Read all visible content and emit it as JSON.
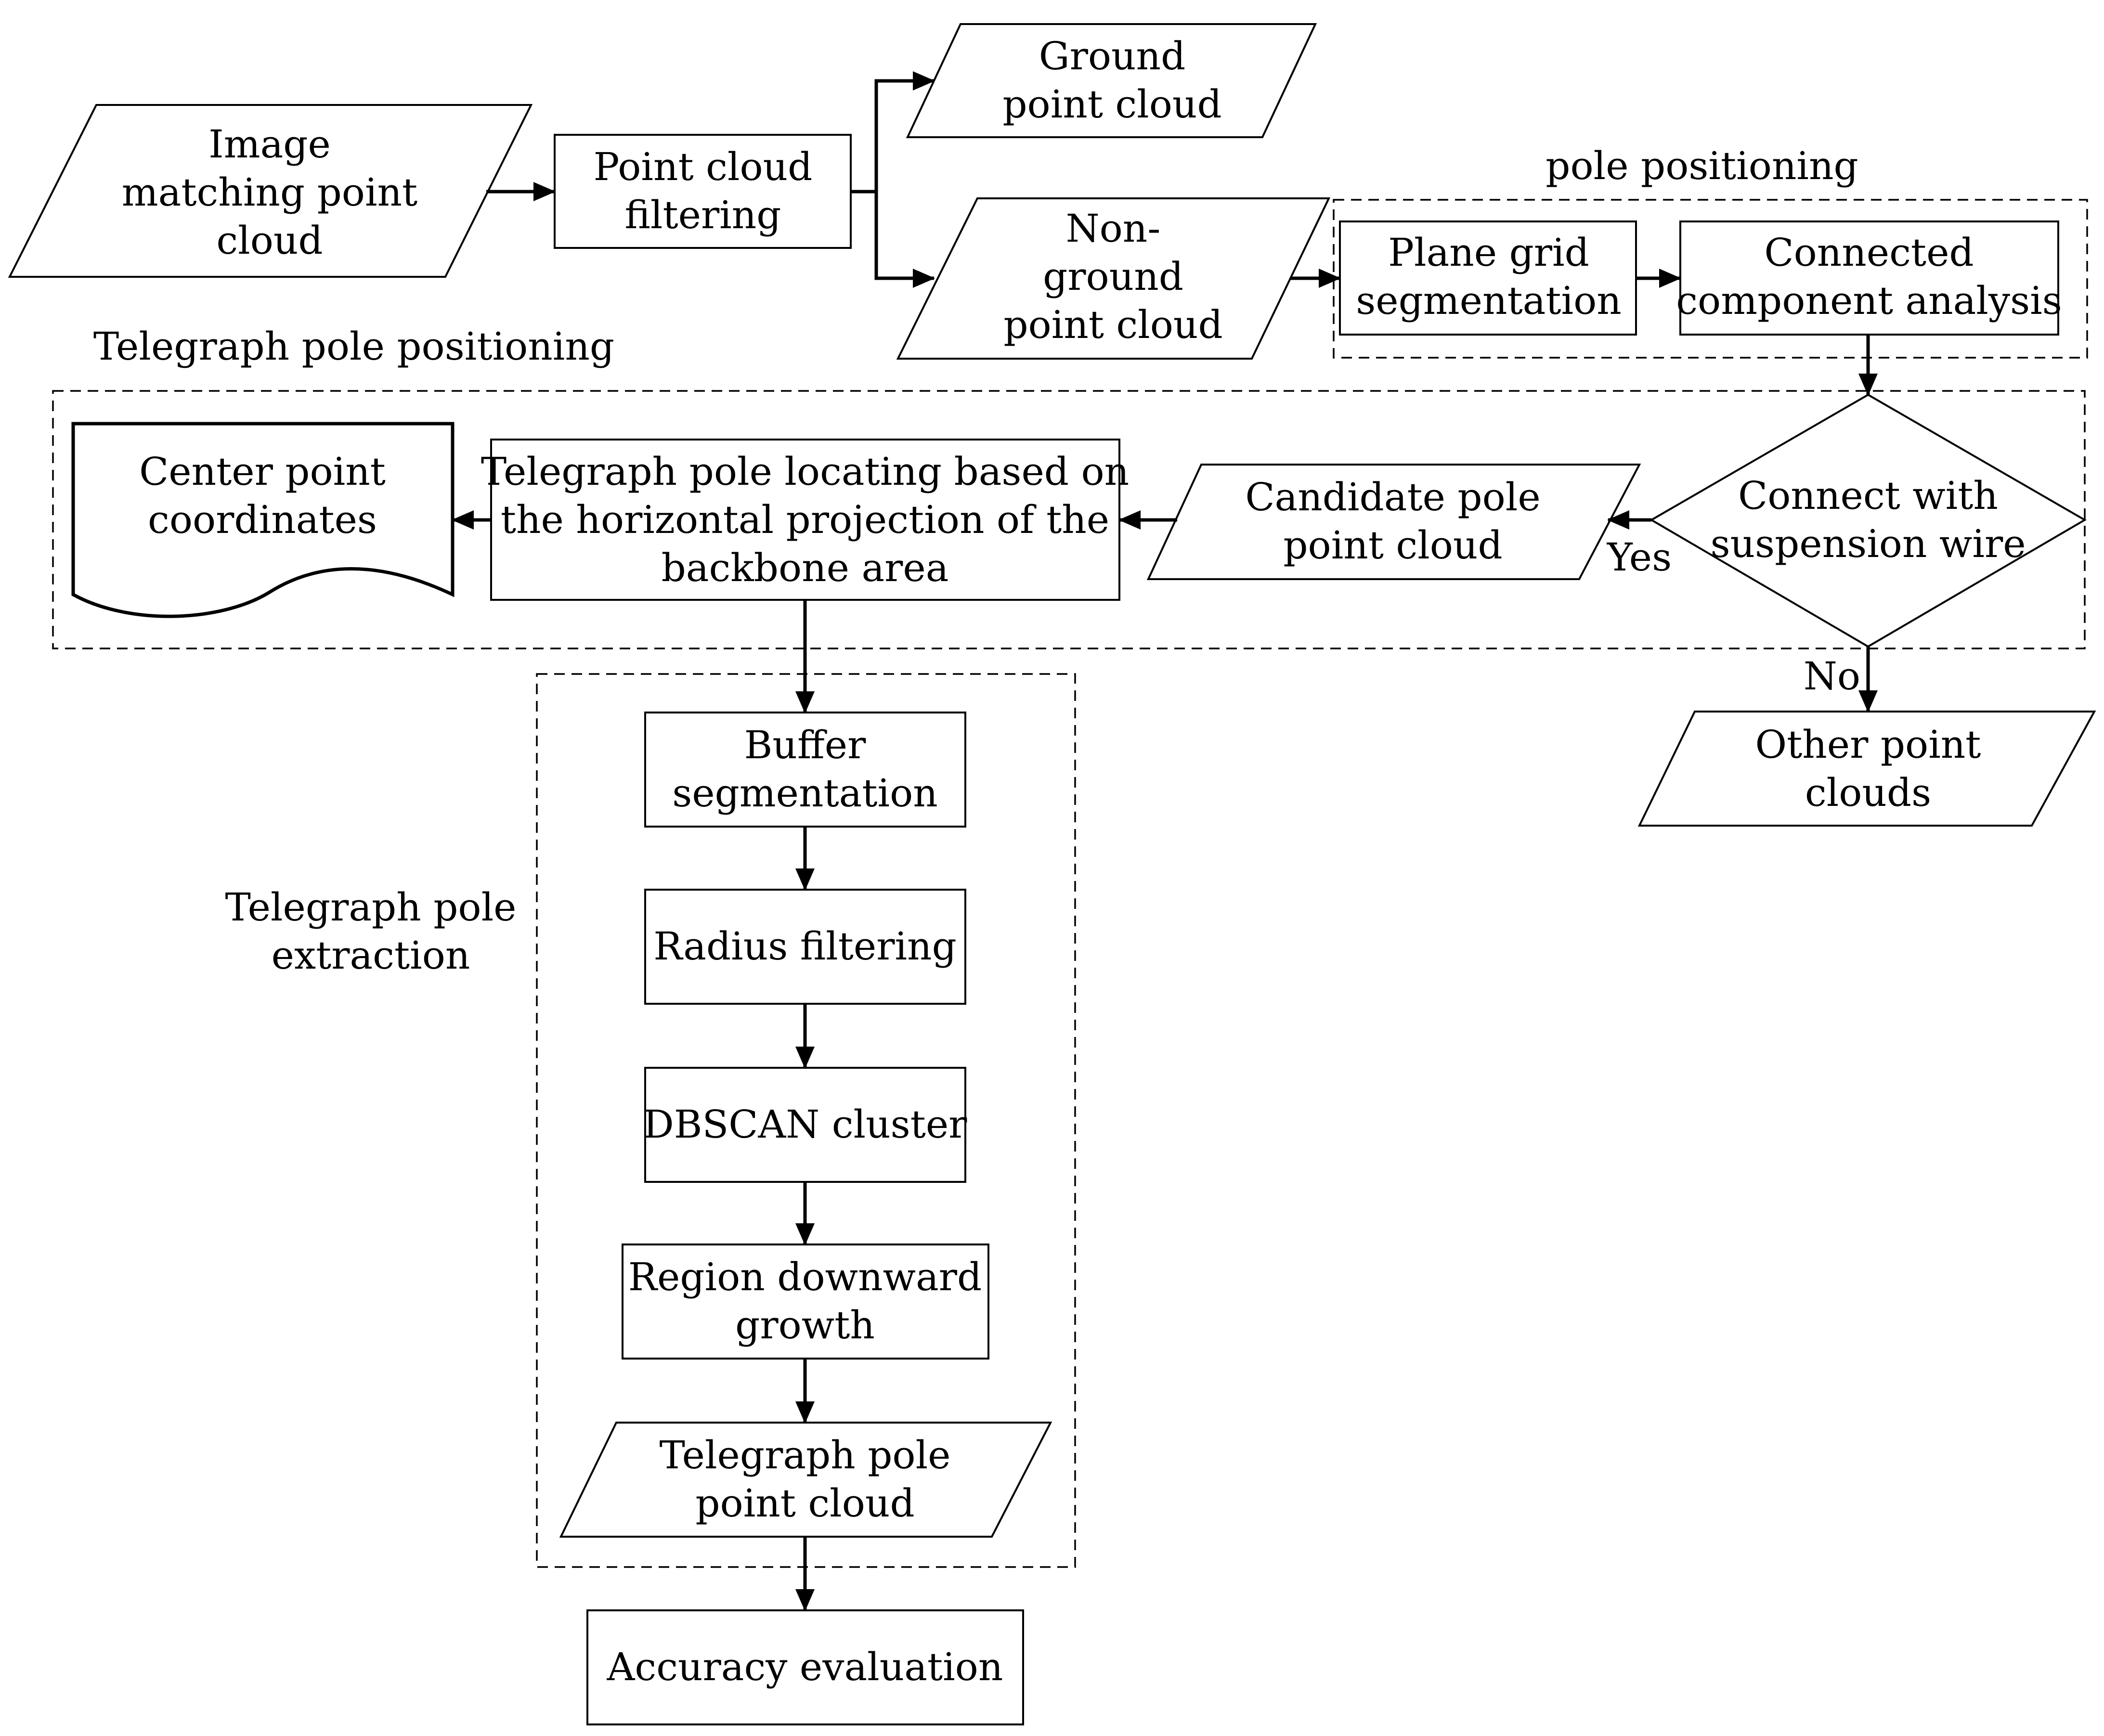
{
  "nodes": {
    "image_matching": [
      "Image",
      "matching point",
      "cloud"
    ],
    "point_cloud_filtering": [
      "Point cloud",
      "filtering"
    ],
    "ground_point_cloud": [
      "Ground",
      "point cloud"
    ],
    "non_ground_point_cloud": [
      "Non-",
      "ground",
      "point cloud"
    ],
    "plane_grid_segmentation": [
      "Plane grid",
      "segmentation"
    ],
    "connected_component_analysis": [
      "Connected",
      "component analysis"
    ],
    "connect_with_suspension_wire": [
      "Connect with",
      "suspension wire"
    ],
    "candidate_pole_point_cloud": [
      "Candidate pole",
      "point cloud"
    ],
    "telegraph_pole_locating": [
      "Telegraph pole locating based on",
      "the horizontal projection of the",
      "backbone area"
    ],
    "center_point_coordinates": [
      "Center point",
      "coordinates"
    ],
    "other_point_clouds": [
      "Other point",
      "clouds"
    ],
    "buffer_segmentation": [
      "Buffer",
      "segmentation"
    ],
    "radius_filtering": [
      "Radius filtering"
    ],
    "dbscan_cluster": [
      "DBSCAN cluster"
    ],
    "region_downward_growth": [
      "Region downward",
      "growth"
    ],
    "telegraph_pole_point_cloud": [
      "Telegraph pole",
      "point cloud"
    ],
    "accuracy_evaluation": [
      "Accuracy evaluation"
    ]
  },
  "groups": {
    "pole_positioning": [
      "pole positioning"
    ],
    "telegraph_pole_positioning": [
      "Telegraph pole positioning"
    ],
    "telegraph_pole_extraction": [
      "Telegraph pole",
      "extraction"
    ]
  },
  "edge_labels": {
    "yes": "Yes",
    "no": "No"
  }
}
